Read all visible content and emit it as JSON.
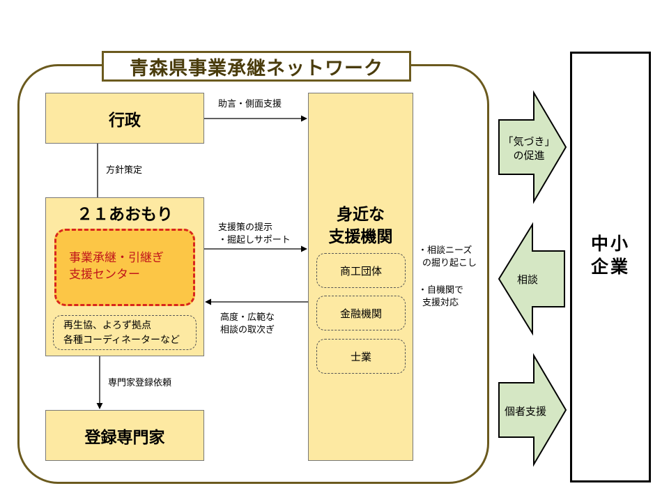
{
  "title": "青森県事業承継ネットワーク",
  "gyosei": "行政",
  "aomori": "２１あおもり",
  "center_line1": "事業承継・引継ぎ",
  "center_line2": "支援センター",
  "saisei_line1": "再生協、よろず拠点",
  "saisei_line2": "各種コーディネーターなど",
  "touroku": "登録専門家",
  "mijika_line1": "身近な",
  "mijika_line2": "支援機関",
  "sub_items": [
    "商工団体",
    "金融機関",
    "士業"
  ],
  "labels": {
    "advice": "助言・側面支援",
    "policy": "方針策定",
    "support_line1": "支援策の提示",
    "support_line2": "・掘起しサポート",
    "handoff_line1": "高度・広範な",
    "handoff_line2": "相談の取次ぎ",
    "expert_request": "専門家登録依頼",
    "needs_line1": "・相談ニーズ",
    "needs_line2": "の掘り起こし",
    "self_line1": "・自機関で",
    "self_line2": "支援対応"
  },
  "arrows": {
    "awareness_line1": "「気づき」",
    "awareness_line2": "の促進",
    "consult": "相談",
    "individual": "個者支援"
  },
  "company_line1": "中小",
  "company_line2": "企業",
  "colors": {
    "frame": "#6b5a1e",
    "box_fill": "#fde9a2",
    "center_fill": "#fcc646",
    "center_border": "#d9261c",
    "center_text": "#c0141a",
    "arrow_fill": "#d5e7c4"
  }
}
